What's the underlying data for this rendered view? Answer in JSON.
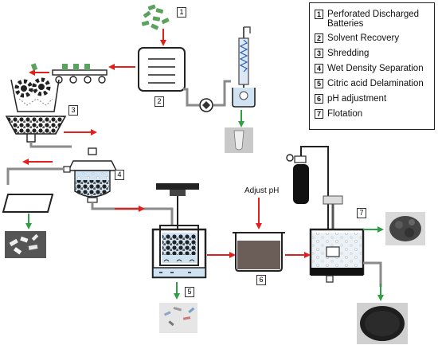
{
  "legend": {
    "items": [
      {
        "num": "1",
        "label": "Perforated Discharged Batteries"
      },
      {
        "num": "2",
        "label": "Solvent Recovery"
      },
      {
        "num": "3",
        "label": "Shredding"
      },
      {
        "num": "4",
        "label": "Wet Density Separation"
      },
      {
        "num": "5",
        "label": "Citric acid Delamination"
      },
      {
        "num": "6",
        "label": "pH adjustment"
      },
      {
        "num": "7",
        "label": "Flotation"
      }
    ]
  },
  "step_tags": [
    "1",
    "2",
    "3",
    "4",
    "5",
    "6",
    "7"
  ],
  "annotation": {
    "adjust_ph": "Adjust pH"
  },
  "colors": {
    "flow_red": "#e0201c",
    "product_green": "#2ea043",
    "pipe_gray": "#8a8a8a",
    "liquid_blue": "#cfe3f2"
  }
}
